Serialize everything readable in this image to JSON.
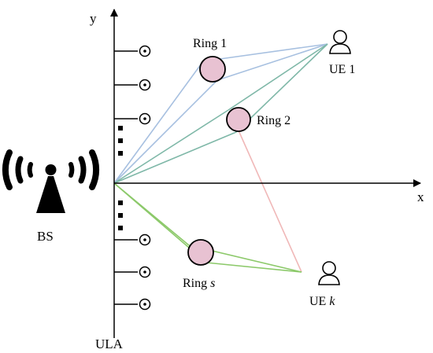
{
  "axes": {
    "x_label": "x",
    "y_label": "y"
  },
  "labels": {
    "bs": "BS",
    "ula": "ULA",
    "ue1": "UE 1",
    "uek_prefix": "UE ",
    "uek_var": "k",
    "ring1": "Ring 1",
    "ring2": "Ring 2",
    "rings_prefix": "Ring ",
    "rings_var": "s"
  },
  "colors": {
    "ring1_paths": "#a7c0e0",
    "ring2_paths": "#7fb8a8",
    "rings_paths": "#8cc96a",
    "cross_path": "#f0b8b8",
    "ring_fill": "#e8c2d2",
    "axis": "#000000"
  },
  "icons": {
    "bs": "antenna-tower-icon",
    "ue": "user-icon",
    "antenna_element": "antenna-element-icon"
  }
}
